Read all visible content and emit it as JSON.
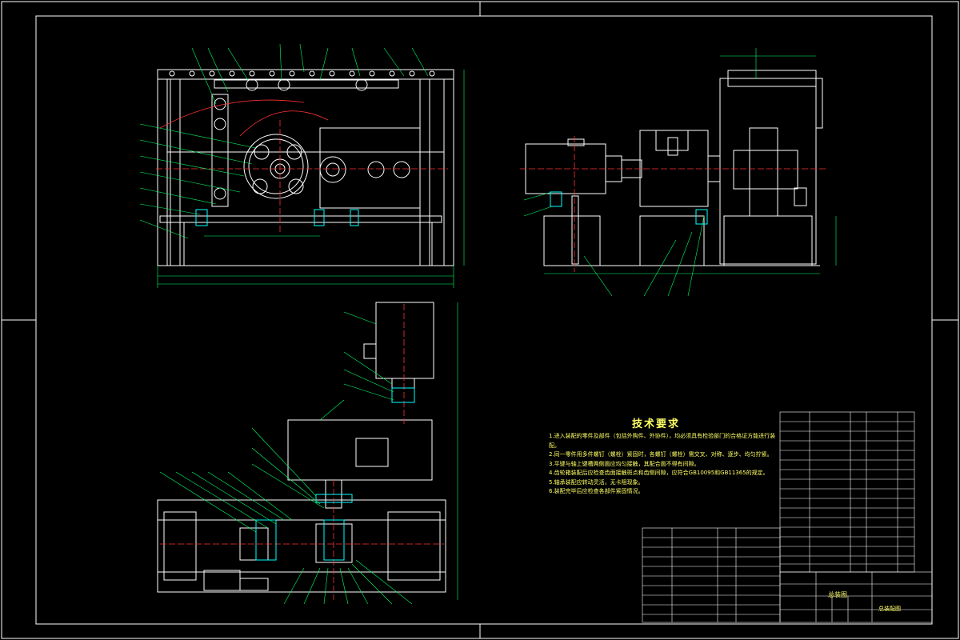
{
  "colors": {
    "background": "#000000",
    "outline": "#ffffff",
    "dimension": "#00ff66",
    "centerline": "#ff3333",
    "hatch": "#00ffff",
    "text": "#ffff66",
    "highlight": "#ff66ff"
  },
  "tech_requirements": {
    "title": "技术要求",
    "items": [
      "1.进入装配的零件及部件（包括外购件、外协件），均必须具有检验部门的合格证方能进行装配。",
      "2.同一零件用多件螺钉（螺栓）紧固时，各螺钉（螺栓）需交叉、对称、逐步、均匀拧紧。",
      "3.平键与轴上键槽两侧面应均匀接触，其配合面不得有间隙。",
      "4.齿轮箱装配后应检查齿面接触斑点和齿侧间隙，应符合GB10095和GB11365的规定。",
      "5.轴承装配应转动灵活，无卡阻现象。",
      "6.装配完毕后应检查各部件紧固情况。"
    ]
  },
  "title_block": {
    "title": "总装图",
    "drawing_name": "总装配图"
  }
}
